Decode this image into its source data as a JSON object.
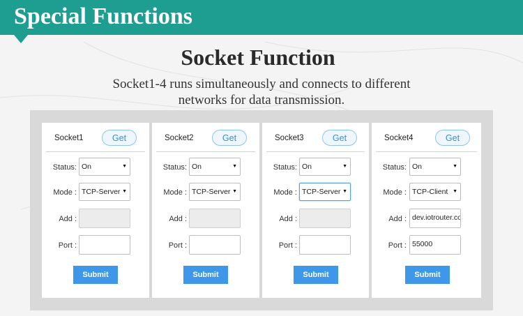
{
  "banner": {
    "title": "Special Functions"
  },
  "heading": "Socket Function",
  "description": {
    "line1": "Socket1-4 runs simultaneously and connects to different",
    "line2": "networks for data transmission."
  },
  "labels": {
    "status": "Status:",
    "mode": "Mode :",
    "add": "Add :",
    "port": "Port :",
    "get": "Get",
    "submit": "Submit"
  },
  "sockets": [
    {
      "name": "Socket1",
      "status": "On",
      "mode": "TCP-Server",
      "add": "",
      "port": ""
    },
    {
      "name": "Socket2",
      "status": "On",
      "mode": "TCP-Server",
      "add": "",
      "port": ""
    },
    {
      "name": "Socket3",
      "status": "On",
      "mode": "TCP-Server",
      "add": "",
      "port": ""
    },
    {
      "name": "Socket4",
      "status": "On",
      "mode": "TCP-Client",
      "add": "dev.iotrouter.com",
      "port": "55000"
    }
  ],
  "colors": {
    "banner": "#1e9e90",
    "accent_button": "#3f97ea",
    "get_button_border": "#8fc4e8"
  },
  "icons": {
    "dropdown": "caret-down-icon"
  }
}
